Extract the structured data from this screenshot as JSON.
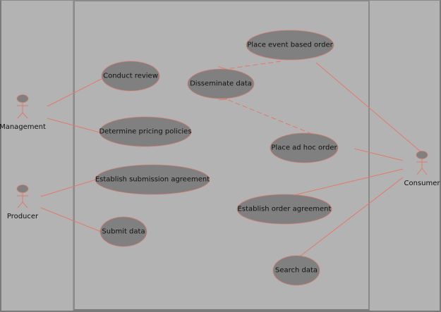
{
  "diagram": {
    "type": "use-case",
    "colors": {
      "background": "#b3b3b3",
      "use_case_fill": "#808080",
      "stroke": "#e07a6a",
      "text": "#111111",
      "panel_border": "#8a8a8a"
    },
    "actors": [
      {
        "id": "management",
        "label": "Management"
      },
      {
        "id": "producer",
        "label": "Producer"
      },
      {
        "id": "consumer",
        "label": "Consumer"
      }
    ],
    "use_cases": [
      {
        "id": "conduct_review",
        "label": "Conduct review"
      },
      {
        "id": "determine_pricing",
        "label": "Determine pricing policies"
      },
      {
        "id": "establish_submission",
        "label": "Establish submission agreement"
      },
      {
        "id": "submit_data",
        "label": "Submit data"
      },
      {
        "id": "place_event_order",
        "label": "Place event based order"
      },
      {
        "id": "disseminate_data",
        "label": "Disseminate data"
      },
      {
        "id": "place_adhoc_order",
        "label": "Place ad hoc order"
      },
      {
        "id": "establish_order_agreement",
        "label": "Establish order agreement"
      },
      {
        "id": "search_data",
        "label": "Search data"
      }
    ],
    "associations": [
      {
        "from": "management",
        "to": "conduct_review"
      },
      {
        "from": "management",
        "to": "determine_pricing"
      },
      {
        "from": "producer",
        "to": "establish_submission"
      },
      {
        "from": "producer",
        "to": "submit_data"
      },
      {
        "from": "consumer",
        "to": "place_event_order"
      },
      {
        "from": "consumer",
        "to": "place_adhoc_order"
      },
      {
        "from": "consumer",
        "to": "establish_order_agreement"
      },
      {
        "from": "consumer",
        "to": "search_data"
      }
    ],
    "dependencies": [
      {
        "from": "place_event_order",
        "to": "disseminate_data",
        "style": "dashed-arrow"
      },
      {
        "from": "place_adhoc_order",
        "to": "disseminate_data",
        "style": "dashed-arrow"
      }
    ]
  }
}
